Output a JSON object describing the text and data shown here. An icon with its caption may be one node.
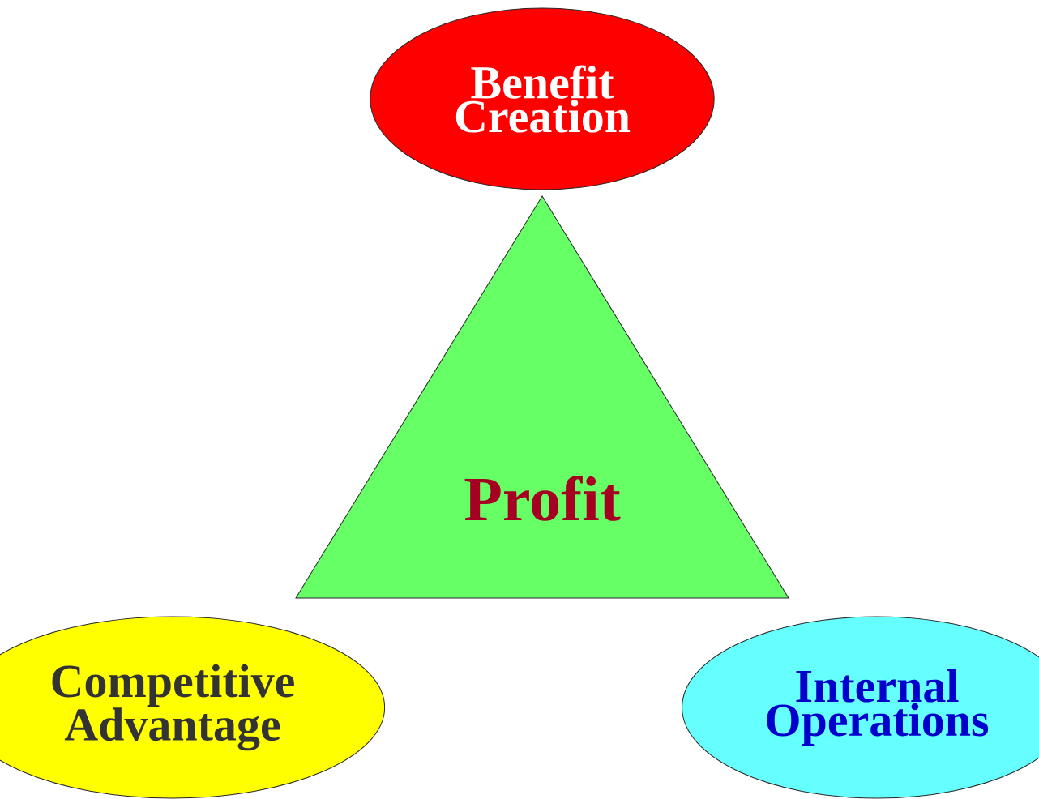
{
  "diagram": {
    "nodes": [
      {
        "text": [
          "Benefit Creation"
        ]
      },
      {
        "text": [
          "Profit"
        ]
      },
      {
        "text": [
          "Competitive Advantage"
        ]
      },
      {
        "text": [
          "Internal Operations"
        ]
      }
    ]
  }
}
